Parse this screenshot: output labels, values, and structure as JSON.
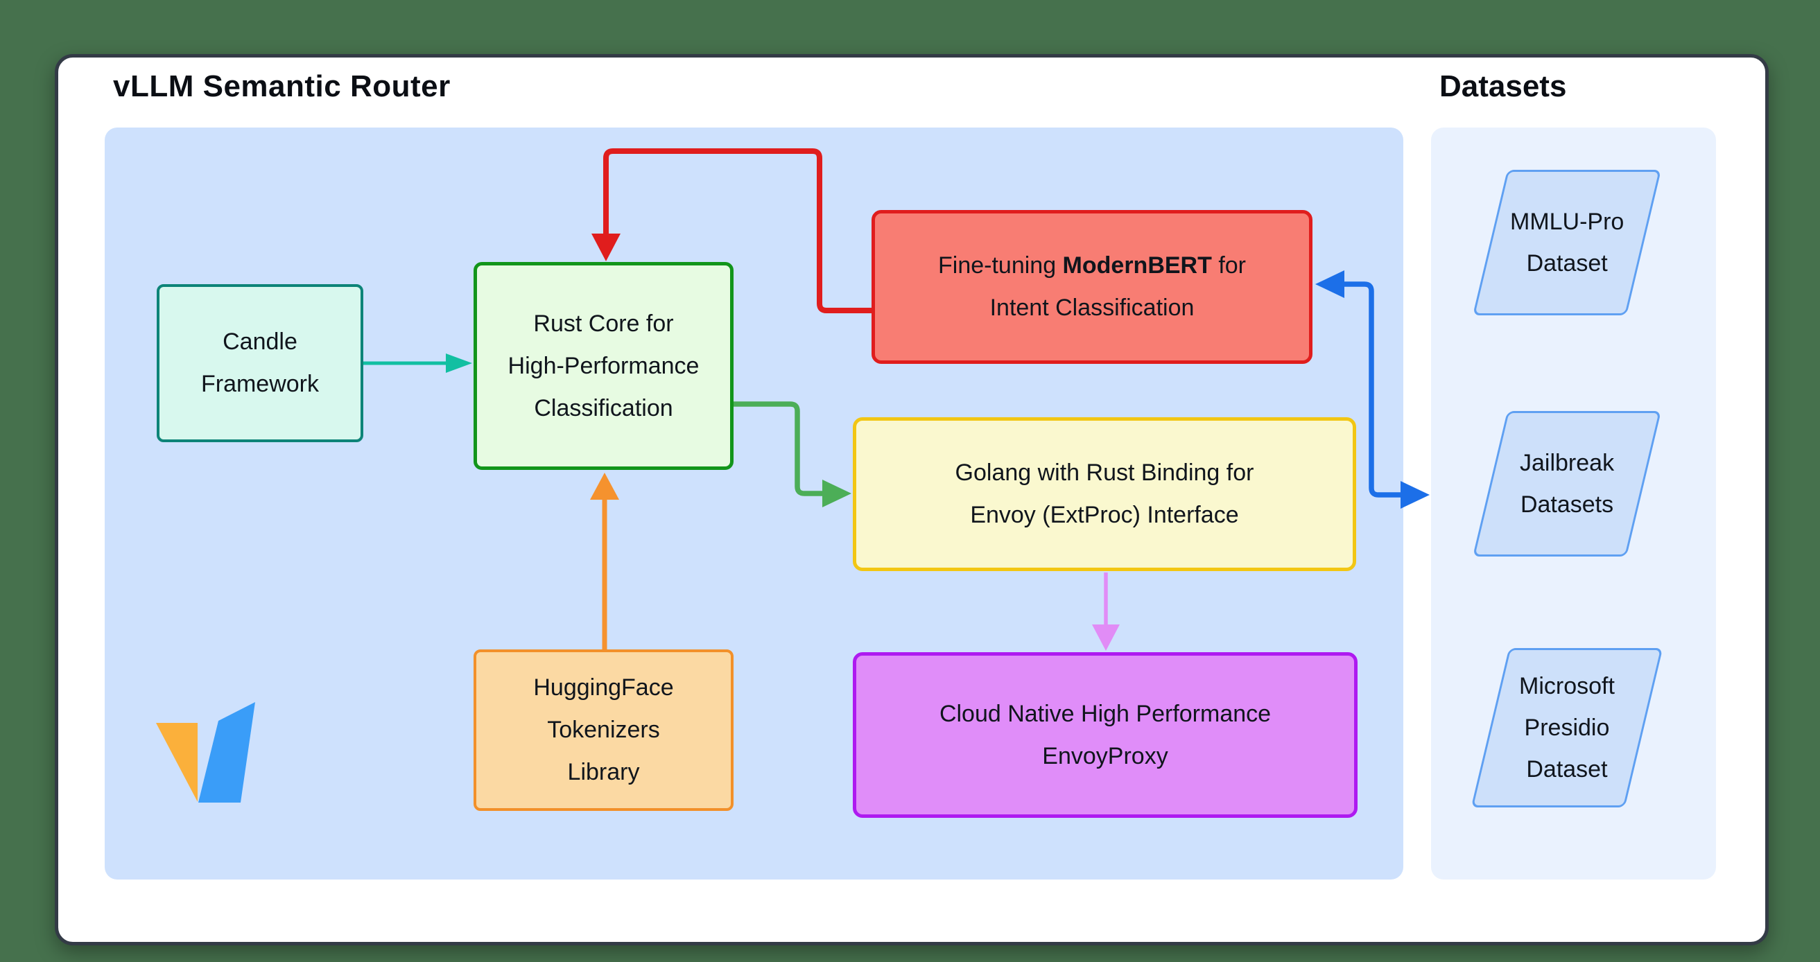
{
  "window": {
    "background_color": "#46714D",
    "card_background": "#FFFFFF",
    "card_border_color": "#333B46"
  },
  "header": {
    "title": "vLLM Semantic Router",
    "datasets_title": "Datasets"
  },
  "panels": {
    "router_fill": "#CEE1FD",
    "datasets_fill": "#EAF2FE"
  },
  "nodes": {
    "candle": {
      "lines": [
        "Candle",
        "Framework"
      ],
      "fill": "#D8F8EE",
      "border": "#0D8478"
    },
    "rust_core": {
      "lines": [
        "Rust Core for",
        "High-Performance",
        "Classification"
      ],
      "fill": "#E7FBE2",
      "border": "#12951A"
    },
    "finetune": {
      "line1_prefix": "Fine-tuning ",
      "line1_bold": "ModernBERT",
      "line1_suffix": " for",
      "line2": "Intent Classification",
      "fill": "#F87D73",
      "border": "#E01D1D"
    },
    "golang": {
      "lines": [
        "Golang with Rust Binding for",
        "Envoy (ExtProc) Interface"
      ],
      "fill": "#FAF8CF",
      "border": "#F2C613"
    },
    "envoyproxy": {
      "lines": [
        "Cloud Native High Performance",
        "EnvoyProxy"
      ],
      "fill": "#E08DF9",
      "border": "#AE1AF0"
    },
    "huggingface": {
      "lines": [
        "HuggingFace",
        "Tokenizers",
        "Library"
      ],
      "fill": "#FBD9A3",
      "border": "#F2902A"
    }
  },
  "datasets": {
    "shape_fill": "#CDE0FA",
    "shape_border": "#5FA0F2",
    "items": [
      {
        "lines": [
          "MMLU-Pro",
          "Dataset"
        ]
      },
      {
        "lines": [
          "Jailbreak",
          "Datasets"
        ]
      },
      {
        "lines": [
          "Microsoft",
          "Presidio",
          "Dataset"
        ]
      }
    ]
  },
  "arrows": {
    "candle_to_rustcore": "#12BFA2",
    "finetune_to_rustcore": "#E01D1D",
    "rustcore_to_golang": "#4CAE57",
    "huggingface_to_rustcore": "#F5922E",
    "golang_to_envoyproxy": "#E18CF6",
    "jailbreak_to_finetune": "#1C6FE8"
  },
  "icons": {
    "logo": "vllm-logo",
    "logo_yellow": "#FBB03B",
    "logo_blue": "#3A9DF8"
  }
}
